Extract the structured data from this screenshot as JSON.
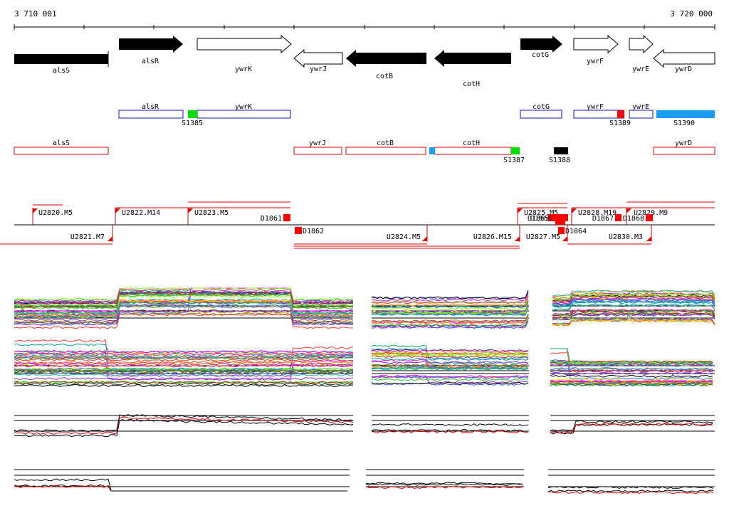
{
  "ruler": {
    "start_label": "3 710 001",
    "end_label": "3 720 000"
  },
  "colors": {
    "gene_fill": "#000000",
    "gene_outline": "#000000",
    "region_blue": "#1010c0",
    "region_red": "#e00000",
    "marker_green": "#00dd00",
    "marker_red": "#ff0000",
    "marker_blue": "#1a9cff",
    "marker_black": "#000000",
    "track_red": "#e00000",
    "profile_black": "#000000",
    "profile_red": "#e00000"
  },
  "genes": [
    {
      "name": "alsS",
      "strand": "-",
      "filled": true
    },
    {
      "name": "alsR",
      "strand": "+",
      "filled": true
    },
    {
      "name": "ywrK",
      "strand": "+",
      "filled": false
    },
    {
      "name": "ywrJ",
      "strand": "-",
      "filled": false
    },
    {
      "name": "cotB",
      "strand": "-",
      "filled": true
    },
    {
      "name": "cotH",
      "strand": "-",
      "filled": true
    },
    {
      "name": "cotG",
      "strand": "+",
      "filled": true
    },
    {
      "name": "ywrF",
      "strand": "+",
      "filled": false
    },
    {
      "name": "ywrE",
      "strand": "+",
      "filled": false
    },
    {
      "name": "ywrD",
      "strand": "-",
      "filled": false
    }
  ],
  "forward_regions": [
    {
      "label": "alsR"
    },
    {
      "label": "ywrK"
    },
    {
      "label": "cotG"
    },
    {
      "label": "ywrF"
    },
    {
      "label": "ywrE"
    }
  ],
  "forward_markers": [
    {
      "label": "S1385",
      "color": "green"
    },
    {
      "label": "S1389",
      "color": "red"
    },
    {
      "label": "S1390",
      "color": "blue"
    }
  ],
  "reverse_regions": [
    {
      "label": "alsS"
    },
    {
      "label": "ywrJ"
    },
    {
      "label": "cotB"
    },
    {
      "label": "cotH"
    },
    {
      "label": "ywrD"
    }
  ],
  "reverse_markers": [
    {
      "label": "S1387",
      "color": "green"
    },
    {
      "label": "S1388",
      "color": "black"
    }
  ],
  "segments_top": [
    {
      "label": "U2820.M5"
    },
    {
      "label": "U2822.M14"
    },
    {
      "label": "U2823.M5"
    },
    {
      "label": "U2825.M5"
    },
    {
      "label": "U2828.M19"
    },
    {
      "label": "U2829.M9"
    }
  ],
  "segments_bottom": [
    {
      "label": "U2821.M7"
    },
    {
      "label": "U2824.M5"
    },
    {
      "label": "U2826.M15"
    },
    {
      "label": "U2827.M5"
    },
    {
      "label": "U2830.M3"
    }
  ],
  "deletions": [
    {
      "label": "D1861"
    },
    {
      "label": "D1862"
    },
    {
      "label": "D1867"
    },
    {
      "label": "D1868"
    },
    {
      "label": "D1864"
    },
    {
      "label": "D1865"
    }
  ]
}
